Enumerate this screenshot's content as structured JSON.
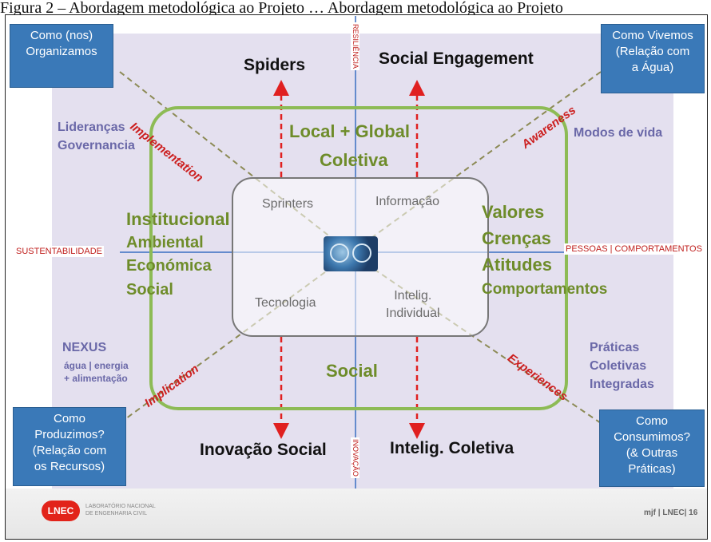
{
  "caption": "Figura 2 – Abordagem metodológica ao Projeto … Abordagem metodológica ao Projeto",
  "corners": {
    "top_left": "Como (nos)\nOrganizamos",
    "top_right": "Como Vivemos\n(Relação com\na Água)",
    "bottom_left": "Como\nProduzimos?\n(Relação com\nos Recursos)",
    "bottom_right": "Como\nConsumimos?\n(& Outras\nPráticas)"
  },
  "headings": {
    "spiders": "Spiders",
    "social_engagement": "Social Engagement",
    "inovacao_social": "Inovação Social",
    "intelig_coletiva": "Intelig. Coletiva"
  },
  "green_zone": {
    "local_global": "Local + Global",
    "coletiva": "Coletiva",
    "social": "Social",
    "left": [
      "Institucional",
      "Ambiental",
      "Económica",
      "Social"
    ],
    "right": [
      "Valores",
      "Crenças",
      "Atitudes",
      "Comportamentos"
    ]
  },
  "core": {
    "sprinters": "Sprinters",
    "informacao": "Informação",
    "tecnologia": "Tecnologia",
    "intelig_individual": "Intelig.\nIndividual"
  },
  "purple_zone": {
    "liderancas": "Lideranças\nGovernancia",
    "modos_de_vida": "Modos de vida",
    "nexus_title": "NEXUS",
    "nexus_sub": "água | energia\n+ alimentação",
    "praticas": "Práticas\nColetivas\nIntegradas"
  },
  "diagonals": {
    "implementation": "Implementation",
    "awareness": "Awareness",
    "implication": "Implication",
    "experiences": "Experiences"
  },
  "axes": {
    "left": "SUSTENTABILIDADE",
    "right": "PESSOAS | COMPORTAMENTOS",
    "top": "RESILIÊNCIA",
    "bottom": "INOVAÇÃO"
  },
  "footer": {
    "logo": "LNEC",
    "institution": "LABORATÓRIO NACIONAL\nDE ENGENHARIA CIVIL",
    "credit": "mjf | LNEC| 16"
  },
  "colors": {
    "corner_box": "#3a79b8",
    "green_border": "#8dbb55",
    "purple_bg": "#e4e0ef",
    "red_arrow": "#e02020",
    "blue_axis": "#3a6fc2"
  }
}
